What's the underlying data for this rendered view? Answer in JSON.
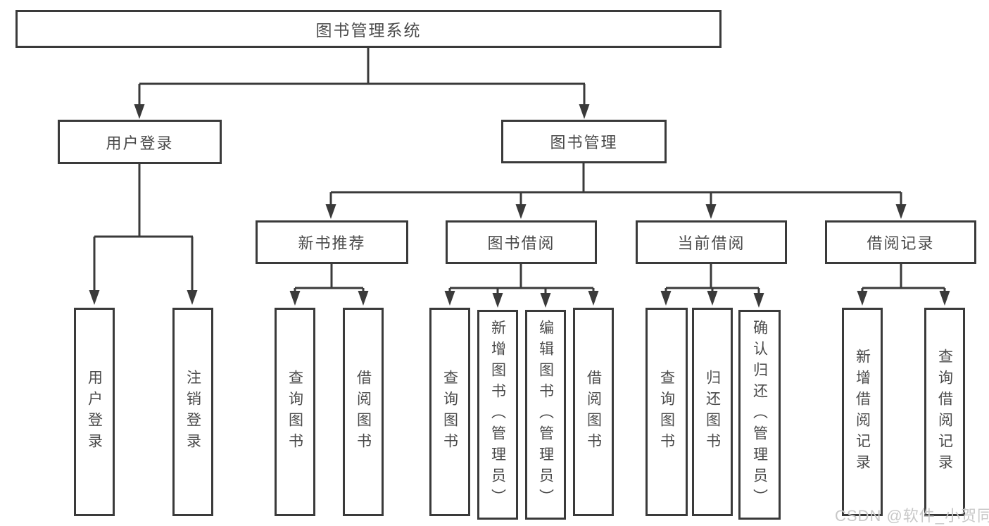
{
  "diagram": {
    "type": "hierarchy-tree",
    "colors": {
      "line": "#3a3a3a",
      "box_border": "#3a3a3a",
      "text": "#4a4a4a",
      "background": "#ffffff",
      "watermark": "#c8c8c8"
    },
    "tree": {
      "label": "图书管理系统",
      "children": [
        {
          "label": "用户登录",
          "children": [
            {
              "label": "用户登录"
            },
            {
              "label": "注销登录"
            }
          ]
        },
        {
          "label": "图书管理",
          "children": [
            {
              "label": "新书推荐",
              "children": [
                {
                  "label": "查询图书"
                },
                {
                  "label": "借阅图书"
                }
              ]
            },
            {
              "label": "图书借阅",
              "children": [
                {
                  "label": "查询图书"
                },
                {
                  "label": "新增图书（管理员）"
                },
                {
                  "label": "编辑图书（管理员）"
                },
                {
                  "label": "借阅图书"
                }
              ]
            },
            {
              "label": "当前借阅",
              "children": [
                {
                  "label": "查询图书"
                },
                {
                  "label": "归还图书"
                },
                {
                  "label": "确认归还（管理员）"
                }
              ]
            },
            {
              "label": "借阅记录",
              "children": [
                {
                  "label": "新增借阅记录"
                },
                {
                  "label": "查询借阅记录"
                }
              ]
            }
          ]
        }
      ]
    },
    "watermark": {
      "text": "CSDN @软件_小贺同学"
    }
  }
}
